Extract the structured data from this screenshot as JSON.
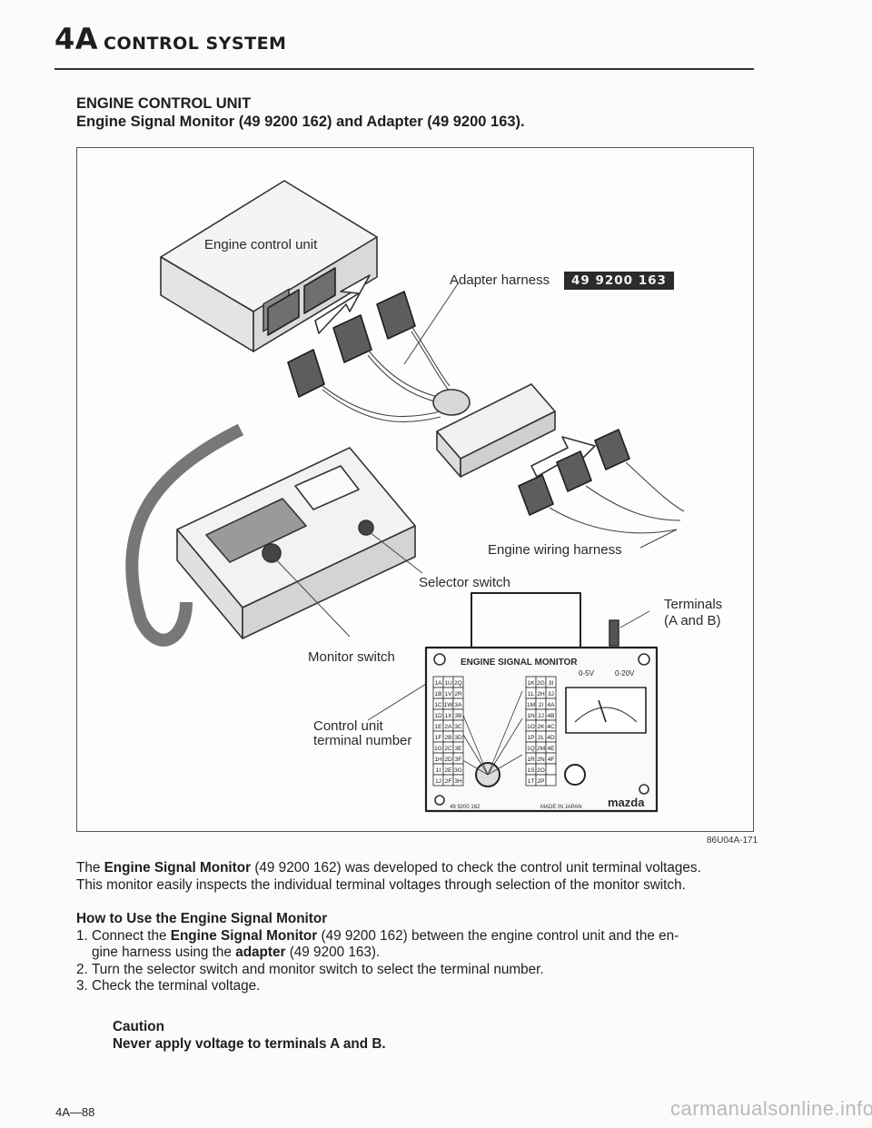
{
  "header": {
    "section": "4A",
    "title": "CONTROL SYSTEM"
  },
  "section": {
    "title": "ENGINE CONTROL UNIT",
    "subtitle": "Engine Signal Monitor (49 9200 162) and Adapter (49 9200 163)."
  },
  "figure": {
    "labels": {
      "ecu": "Engine control unit",
      "adapter_harness": "Adapter harness",
      "adapter_part": "49 9200 163",
      "engine_wiring": "Engine wiring harness",
      "selector_switch": "Selector switch",
      "terminals_line1": "Terminals",
      "terminals_line2": "(A and B)",
      "monitor_switch": "Monitor switch",
      "ctrl_line1": "Control unit",
      "ctrl_line2": "terminal number"
    },
    "monitor": {
      "title": "ENGINE SIGNAL MONITOR",
      "range1": "0-5V",
      "range2": "0-20V",
      "maker": "mazda",
      "made_in": "MADE IN JAPAN",
      "part": "49 9200 162",
      "left_cells": [
        "1A",
        "1U",
        "2Q",
        "1B",
        "1V",
        "2R",
        "1C",
        "1W",
        "3A",
        "1D",
        "1X",
        "3B",
        "1E",
        "2A",
        "3C",
        "1F",
        "2B",
        "3D",
        "1G",
        "2C",
        "3E",
        "1H",
        "2D",
        "3F",
        "1I",
        "2E",
        "3G",
        "1J",
        "2F",
        "3H"
      ],
      "right_cells": [
        "1K",
        "2G",
        "3I",
        "1L",
        "2H",
        "3J",
        "1M",
        "2I",
        "4A",
        "1N",
        "2J",
        "4B",
        "1O",
        "2K",
        "4C",
        "1P",
        "2L",
        "4D",
        "1Q",
        "2M",
        "4E",
        "1R",
        "2N",
        "4F",
        "1S",
        "2O",
        "",
        "1T",
        "2P",
        ""
      ]
    },
    "code": "86U04A-171"
  },
  "body": {
    "p1_a": "The ",
    "p1_b": "Engine Signal Monitor",
    "p1_c": " (49 9200 162) was developed to check the control unit terminal voltages.",
    "p2": "This monitor easily inspects the individual terminal voltages through selection of the monitor switch."
  },
  "howto": {
    "heading": "How to Use the Engine Signal Monitor",
    "s1_num": "1.",
    "s1_a": "Connect the ",
    "s1_b": "Engine Signal Monitor",
    "s1_c": " (49 9200 162) between the engine control unit and the en-",
    "s1_d": "gine harness using the ",
    "s1_e": "adapter",
    "s1_f": " (49 9200 163).",
    "s2_num": "2.",
    "s2": "Turn the selector switch and monitor switch to select the terminal number.",
    "s3_num": "3.",
    "s3": "Check the terminal voltage."
  },
  "caution": {
    "title": "Caution",
    "text": "Never apply voltage to terminals A and B."
  },
  "footer": {
    "page": "4A—88",
    "watermark": "carmanualsonline.info"
  }
}
